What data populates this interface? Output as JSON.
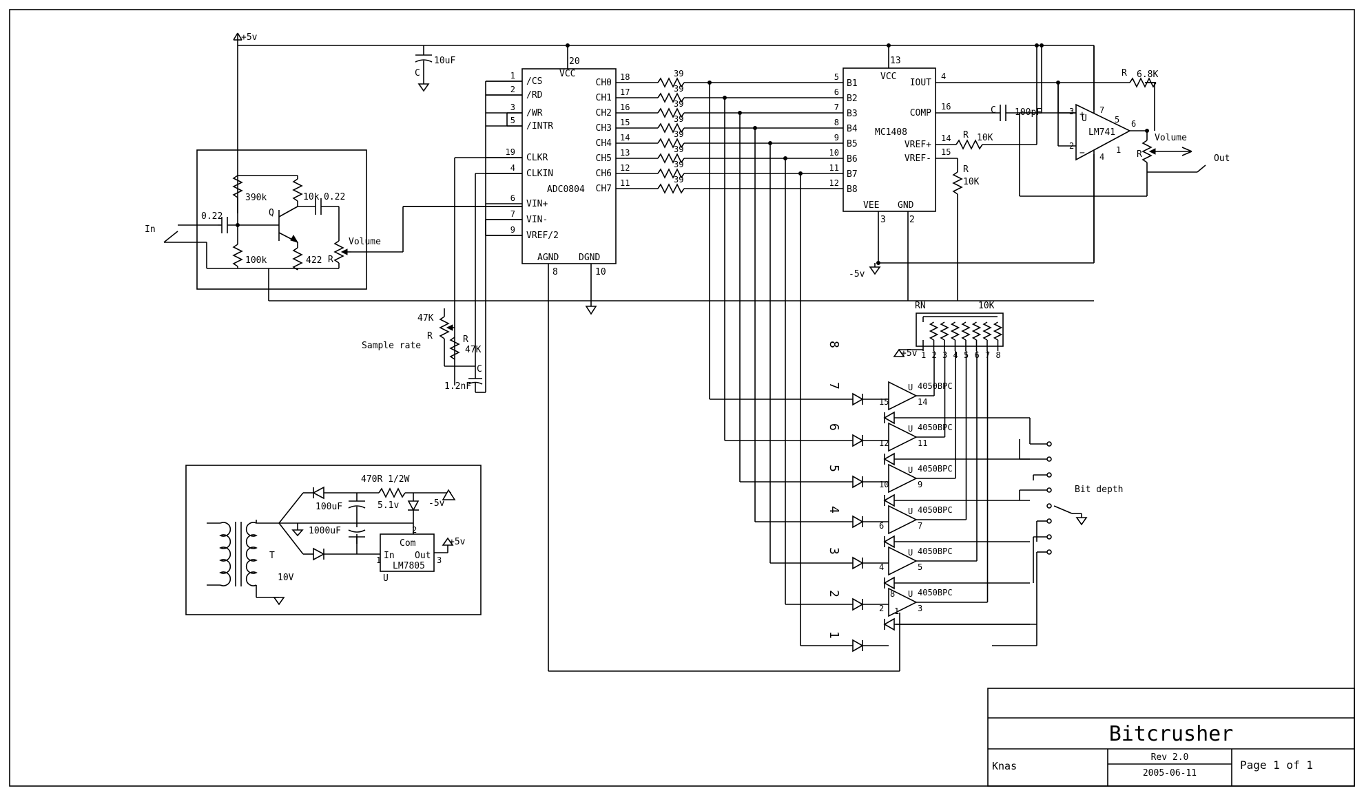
{
  "title_block": {
    "title": "Bitcrusher",
    "author": "Knas",
    "revision": "Rev 2.0",
    "date": "2005-06-11",
    "page": "Page 1 of 1"
  },
  "labels": {
    "vcc_input": "+5v",
    "cap_10uf": "10uF",
    "c": "C",
    "r": "R",
    "u": "U",
    "q": "Q",
    "in": "In",
    "out": "Out",
    "volume": "Volume",
    "sample_rate": "Sample rate",
    "bit_depth": "Bit depth",
    "neg5v": "-5v",
    "rn": "RN",
    "r_390k": "390k",
    "r_100k": "100k",
    "r_10k_small": "10k",
    "r_422": "422",
    "r_39": "39",
    "r_47k": "47K",
    "r_10k": "10K",
    "r_68k": "6.8K",
    "c_022a": "0.22",
    "c_022b": "0.22",
    "c_12nf": "1.2nF",
    "c_100pf": "100pF",
    "adc_name": "ADC0804",
    "dac_name": "MC1408",
    "opamp_name": "LM741",
    "buffer_name": "4050BPC",
    "reg_name": "LM7805",
    "psu_r": "470R 1/2W",
    "psu_z": "5.1v",
    "psu_neg": "-5v",
    "psu_c1": "100uF",
    "psu_c2": "1000uF",
    "psu_pos": "+5v",
    "psu_10v": "10V",
    "psu_t": "T",
    "com": "Com",
    "reg_in": "In",
    "reg_out": "Out"
  },
  "adc_pins_left": [
    {
      "num": "1",
      "name": "/CS"
    },
    {
      "num": "2",
      "name": "/RD"
    },
    {
      "num": "3",
      "name": "/WR"
    },
    {
      "num": "5",
      "name": "/INTR"
    },
    {
      "num": "19",
      "name": "CLKR"
    },
    {
      "num": "4",
      "name": "CLKIN"
    },
    {
      "num": "6",
      "name": "VIN+"
    },
    {
      "num": "7",
      "name": "VIN-"
    },
    {
      "num": "9",
      "name": "VREF/2"
    }
  ],
  "adc_pins_right": [
    {
      "num": "18",
      "name": "CH0"
    },
    {
      "num": "17",
      "name": "CH1"
    },
    {
      "num": "16",
      "name": "CH2"
    },
    {
      "num": "15",
      "name": "CH3"
    },
    {
      "num": "14",
      "name": "CH4"
    },
    {
      "num": "13",
      "name": "CH5"
    },
    {
      "num": "12",
      "name": "CH6"
    },
    {
      "num": "11",
      "name": "CH7"
    }
  ],
  "adc_misc": {
    "vcc": "VCC",
    "vcc_pin": "20",
    "agnd": "AGND",
    "agnd_pin": "8",
    "dgnd": "DGND",
    "dgnd_pin": "10"
  },
  "dac_pins_left": [
    {
      "num": "5",
      "name": "B1"
    },
    {
      "num": "6",
      "name": "B2"
    },
    {
      "num": "7",
      "name": "B3"
    },
    {
      "num": "8",
      "name": "B4"
    },
    {
      "num": "9",
      "name": "B5"
    },
    {
      "num": "10",
      "name": "B6"
    },
    {
      "num": "11",
      "name": "B7"
    },
    {
      "num": "12",
      "name": "B8"
    }
  ],
  "dac_pins_right": [
    {
      "num": "4",
      "name": "IOUT"
    },
    {
      "num": "16",
      "name": "COMP"
    },
    {
      "num": "14",
      "name": "VREF+"
    },
    {
      "num": "15",
      "name": "VREF-"
    }
  ],
  "dac_misc": {
    "vcc": "VCC",
    "vcc_pin": "13",
    "vee": "VEE",
    "vee_pin": "3",
    "gnd": "GND",
    "gnd_pin": "2"
  },
  "opamp_pins": {
    "p3": "3",
    "p2": "2",
    "p7": "7",
    "p4": "4",
    "p5": "5",
    "p1": "1",
    "p6": "6"
  },
  "rn_pins": [
    "1",
    "2",
    "3",
    "4",
    "5",
    "6",
    "7",
    "8"
  ],
  "bit_labels": [
    "8",
    "7",
    "6",
    "5",
    "4",
    "3",
    "2",
    "1"
  ],
  "buffer_pins": [
    {
      "in": "15",
      "out": "14"
    },
    {
      "in": "12",
      "out": "11"
    },
    {
      "in": "10",
      "out": "9"
    },
    {
      "in": "6",
      "out": "7"
    },
    {
      "in": "4",
      "out": "5"
    },
    {
      "in": "2",
      "out": "3"
    }
  ],
  "misc_pins": {
    "buf_vdd": "8",
    "buf_gnd": "1",
    "reg_1": "1",
    "reg_2": "2",
    "reg_3": "3"
  }
}
